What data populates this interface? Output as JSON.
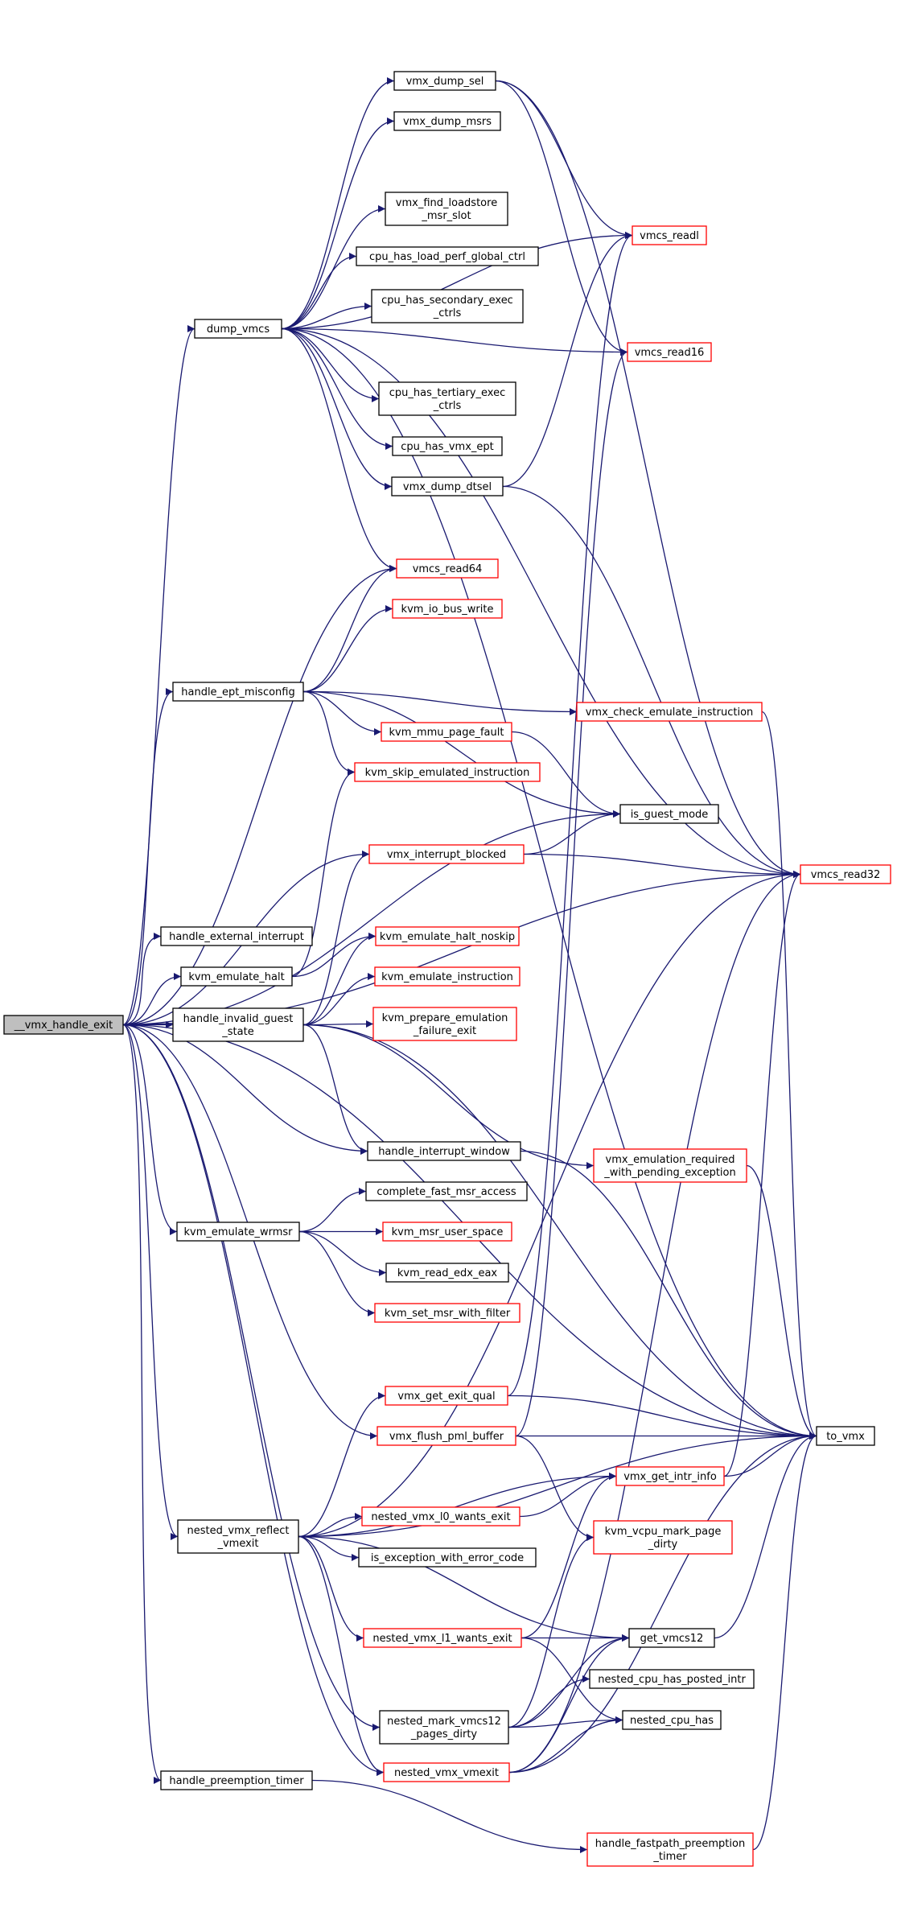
{
  "colors": {
    "edge": "#191970",
    "root_fill": "#bfbfbf",
    "ext_border": "#ff0000",
    "int_border": "#000000"
  },
  "nodes": [
    {
      "id": "vmx_handle_exit",
      "lines": [
        "__vmx_handle_exit"
      ],
      "kind": "root"
    },
    {
      "id": "dump_vmcs",
      "lines": [
        "dump_vmcs"
      ],
      "kind": "internal"
    },
    {
      "id": "vmx_dump_sel",
      "lines": [
        "vmx_dump_sel"
      ],
      "kind": "internal"
    },
    {
      "id": "vmx_dump_msrs",
      "lines": [
        "vmx_dump_msrs"
      ],
      "kind": "internal"
    },
    {
      "id": "vmx_find_loadstore_msr_slot",
      "lines": [
        "vmx_find_loadstore",
        "_msr_slot"
      ],
      "kind": "internal"
    },
    {
      "id": "cpu_has_load_perf_global_ctrl",
      "lines": [
        "cpu_has_load_perf_global_ctrl"
      ],
      "kind": "internal"
    },
    {
      "id": "cpu_has_secondary_exec_ctrls",
      "lines": [
        "cpu_has_secondary_exec",
        "_ctrls"
      ],
      "kind": "internal"
    },
    {
      "id": "cpu_has_tertiary_exec_ctrls",
      "lines": [
        "cpu_has_tertiary_exec",
        "_ctrls"
      ],
      "kind": "internal"
    },
    {
      "id": "cpu_has_vmx_ept",
      "lines": [
        "cpu_has_vmx_ept"
      ],
      "kind": "internal"
    },
    {
      "id": "vmx_dump_dtsel",
      "lines": [
        "vmx_dump_dtsel"
      ],
      "kind": "internal"
    },
    {
      "id": "vmcs_readl",
      "lines": [
        "vmcs_readl"
      ],
      "kind": "external"
    },
    {
      "id": "vmcs_read16",
      "lines": [
        "vmcs_read16"
      ],
      "kind": "external"
    },
    {
      "id": "vmcs_read64",
      "lines": [
        "vmcs_read64"
      ],
      "kind": "external"
    },
    {
      "id": "kvm_io_bus_write",
      "lines": [
        "kvm_io_bus_write"
      ],
      "kind": "external"
    },
    {
      "id": "handle_ept_misconfig",
      "lines": [
        "handle_ept_misconfig"
      ],
      "kind": "internal"
    },
    {
      "id": "vmx_check_emulate_instruction",
      "lines": [
        "vmx_check_emulate_instruction"
      ],
      "kind": "external"
    },
    {
      "id": "kvm_mmu_page_fault",
      "lines": [
        "kvm_mmu_page_fault"
      ],
      "kind": "external"
    },
    {
      "id": "kvm_skip_emulated_instruction",
      "lines": [
        "kvm_skip_emulated_instruction"
      ],
      "kind": "external"
    },
    {
      "id": "is_guest_mode",
      "lines": [
        "is_guest_mode"
      ],
      "kind": "internal"
    },
    {
      "id": "vmx_interrupt_blocked",
      "lines": [
        "vmx_interrupt_blocked"
      ],
      "kind": "external"
    },
    {
      "id": "vmcs_read32",
      "lines": [
        "vmcs_read32"
      ],
      "kind": "external"
    },
    {
      "id": "handle_external_interrupt",
      "lines": [
        "handle_external_interrupt"
      ],
      "kind": "internal"
    },
    {
      "id": "kvm_emulate_halt",
      "lines": [
        "kvm_emulate_halt"
      ],
      "kind": "internal"
    },
    {
      "id": "kvm_emulate_halt_noskip",
      "lines": [
        "kvm_emulate_halt_noskip"
      ],
      "kind": "external"
    },
    {
      "id": "kvm_emulate_instruction",
      "lines": [
        "kvm_emulate_instruction"
      ],
      "kind": "external"
    },
    {
      "id": "handle_invalid_guest_state",
      "lines": [
        "handle_invalid_guest",
        "_state"
      ],
      "kind": "internal"
    },
    {
      "id": "kvm_prepare_emulation_failure_exit",
      "lines": [
        "kvm_prepare_emulation",
        "_failure_exit"
      ],
      "kind": "external"
    },
    {
      "id": "handle_interrupt_window",
      "lines": [
        "handle_interrupt_window"
      ],
      "kind": "internal"
    },
    {
      "id": "vmx_emulation_required_with_pending_exception",
      "lines": [
        "vmx_emulation_required",
        "_with_pending_exception"
      ],
      "kind": "external"
    },
    {
      "id": "kvm_emulate_wrmsr",
      "lines": [
        "kvm_emulate_wrmsr"
      ],
      "kind": "internal"
    },
    {
      "id": "complete_fast_msr_access",
      "lines": [
        "complete_fast_msr_access"
      ],
      "kind": "internal"
    },
    {
      "id": "kvm_msr_user_space",
      "lines": [
        "kvm_msr_user_space"
      ],
      "kind": "external"
    },
    {
      "id": "kvm_read_edx_eax",
      "lines": [
        "kvm_read_edx_eax"
      ],
      "kind": "internal"
    },
    {
      "id": "kvm_set_msr_with_filter",
      "lines": [
        "kvm_set_msr_with_filter"
      ],
      "kind": "external"
    },
    {
      "id": "vmx_get_exit_qual",
      "lines": [
        "vmx_get_exit_qual"
      ],
      "kind": "external"
    },
    {
      "id": "vmx_flush_pml_buffer",
      "lines": [
        "vmx_flush_pml_buffer"
      ],
      "kind": "external"
    },
    {
      "id": "to_vmx",
      "lines": [
        "to_vmx"
      ],
      "kind": "internal"
    },
    {
      "id": "vmx_get_intr_info",
      "lines": [
        "vmx_get_intr_info"
      ],
      "kind": "external"
    },
    {
      "id": "nested_vmx_reflect_vmexit",
      "lines": [
        "nested_vmx_reflect",
        "_vmexit"
      ],
      "kind": "internal"
    },
    {
      "id": "nested_vmx_l0_wants_exit",
      "lines": [
        "nested_vmx_l0_wants_exit"
      ],
      "kind": "external"
    },
    {
      "id": "kvm_vcpu_mark_page_dirty",
      "lines": [
        "kvm_vcpu_mark_page",
        "_dirty"
      ],
      "kind": "external"
    },
    {
      "id": "is_exception_with_error_code",
      "lines": [
        "is_exception_with_error_code"
      ],
      "kind": "internal"
    },
    {
      "id": "nested_vmx_l1_wants_exit",
      "lines": [
        "nested_vmx_l1_wants_exit"
      ],
      "kind": "external"
    },
    {
      "id": "get_vmcs12",
      "lines": [
        "get_vmcs12"
      ],
      "kind": "internal"
    },
    {
      "id": "nested_cpu_has_posted_intr",
      "lines": [
        "nested_cpu_has_posted_intr"
      ],
      "kind": "internal"
    },
    {
      "id": "nested_mark_vmcs12_pages_dirty",
      "lines": [
        "nested_mark_vmcs12",
        "_pages_dirty"
      ],
      "kind": "internal"
    },
    {
      "id": "nested_cpu_has",
      "lines": [
        "nested_cpu_has"
      ],
      "kind": "internal"
    },
    {
      "id": "nested_vmx_vmexit",
      "lines": [
        "nested_vmx_vmexit"
      ],
      "kind": "external"
    },
    {
      "id": "handle_preemption_timer",
      "lines": [
        "handle_preemption_timer"
      ],
      "kind": "internal"
    },
    {
      "id": "handle_fastpath_preemption_timer",
      "lines": [
        "handle_fastpath_preemption",
        "_timer"
      ],
      "kind": "external"
    }
  ],
  "edges": [
    [
      "vmx_handle_exit",
      "dump_vmcs"
    ],
    [
      "vmx_handle_exit",
      "vmcs_read64"
    ],
    [
      "vmx_handle_exit",
      "handle_ept_misconfig"
    ],
    [
      "vmx_handle_exit",
      "is_guest_mode"
    ],
    [
      "vmx_handle_exit",
      "vmx_interrupt_blocked"
    ],
    [
      "vmx_handle_exit",
      "vmcs_read32"
    ],
    [
      "vmx_handle_exit",
      "handle_external_interrupt"
    ],
    [
      "vmx_handle_exit",
      "kvm_emulate_halt"
    ],
    [
      "vmx_handle_exit",
      "handle_invalid_guest_state"
    ],
    [
      "vmx_handle_exit",
      "handle_interrupt_window"
    ],
    [
      "vmx_handle_exit",
      "kvm_emulate_wrmsr"
    ],
    [
      "vmx_handle_exit",
      "vmx_flush_pml_buffer"
    ],
    [
      "vmx_handle_exit",
      "nested_vmx_reflect_vmexit"
    ],
    [
      "vmx_handle_exit",
      "nested_mark_vmcs12_pages_dirty"
    ],
    [
      "vmx_handle_exit",
      "nested_vmx_vmexit"
    ],
    [
      "vmx_handle_exit",
      "handle_preemption_timer"
    ],
    [
      "vmx_handle_exit",
      "to_vmx"
    ],
    [
      "dump_vmcs",
      "vmx_dump_sel"
    ],
    [
      "dump_vmcs",
      "vmx_dump_msrs"
    ],
    [
      "dump_vmcs",
      "vmx_find_loadstore_msr_slot"
    ],
    [
      "dump_vmcs",
      "cpu_has_load_perf_global_ctrl"
    ],
    [
      "dump_vmcs",
      "cpu_has_secondary_exec_ctrls"
    ],
    [
      "dump_vmcs",
      "cpu_has_tertiary_exec_ctrls"
    ],
    [
      "dump_vmcs",
      "cpu_has_vmx_ept"
    ],
    [
      "dump_vmcs",
      "vmx_dump_dtsel"
    ],
    [
      "dump_vmcs",
      "vmcs_readl"
    ],
    [
      "dump_vmcs",
      "vmcs_read16"
    ],
    [
      "dump_vmcs",
      "vmcs_read64"
    ],
    [
      "dump_vmcs",
      "vmcs_read32"
    ],
    [
      "dump_vmcs",
      "to_vmx"
    ],
    [
      "vmx_dump_sel",
      "vmcs_readl"
    ],
    [
      "vmx_dump_sel",
      "vmcs_read16"
    ],
    [
      "vmx_dump_sel",
      "vmcs_read32"
    ],
    [
      "vmx_dump_dtsel",
      "vmcs_readl"
    ],
    [
      "vmx_dump_dtsel",
      "vmcs_read32"
    ],
    [
      "handle_ept_misconfig",
      "vmcs_read64"
    ],
    [
      "handle_ept_misconfig",
      "kvm_io_bus_write"
    ],
    [
      "handle_ept_misconfig",
      "vmx_check_emulate_instruction"
    ],
    [
      "handle_ept_misconfig",
      "kvm_mmu_page_fault"
    ],
    [
      "handle_ept_misconfig",
      "kvm_skip_emulated_instruction"
    ],
    [
      "handle_ept_misconfig",
      "is_guest_mode"
    ],
    [
      "vmx_check_emulate_instruction",
      "to_vmx"
    ],
    [
      "kvm_mmu_page_fault",
      "is_guest_mode"
    ],
    [
      "vmx_interrupt_blocked",
      "is_guest_mode"
    ],
    [
      "vmx_interrupt_blocked",
      "vmcs_read32"
    ],
    [
      "kvm_emulate_halt",
      "kvm_skip_emulated_instruction"
    ],
    [
      "kvm_emulate_halt",
      "kvm_emulate_halt_noskip"
    ],
    [
      "handle_invalid_guest_state",
      "vmx_interrupt_blocked"
    ],
    [
      "handle_invalid_guest_state",
      "kvm_emulate_halt_noskip"
    ],
    [
      "handle_invalid_guest_state",
      "kvm_emulate_instruction"
    ],
    [
      "handle_invalid_guest_state",
      "kvm_prepare_emulation_failure_exit"
    ],
    [
      "handle_invalid_guest_state",
      "handle_interrupt_window"
    ],
    [
      "handle_invalid_guest_state",
      "vmx_emulation_required_with_pending_exception"
    ],
    [
      "handle_invalid_guest_state",
      "to_vmx"
    ],
    [
      "handle_interrupt_window",
      "to_vmx"
    ],
    [
      "vmx_emulation_required_with_pending_exception",
      "to_vmx"
    ],
    [
      "kvm_emulate_wrmsr",
      "complete_fast_msr_access"
    ],
    [
      "kvm_emulate_wrmsr",
      "kvm_msr_user_space"
    ],
    [
      "kvm_emulate_wrmsr",
      "kvm_read_edx_eax"
    ],
    [
      "kvm_emulate_wrmsr",
      "kvm_set_msr_with_filter"
    ],
    [
      "vmx_get_exit_qual",
      "vmcs_readl"
    ],
    [
      "vmx_get_exit_qual",
      "to_vmx"
    ],
    [
      "vmx_flush_pml_buffer",
      "vmcs_read16"
    ],
    [
      "vmx_flush_pml_buffer",
      "to_vmx"
    ],
    [
      "vmx_flush_pml_buffer",
      "kvm_vcpu_mark_page_dirty"
    ],
    [
      "vmx_get_intr_info",
      "vmcs_read32"
    ],
    [
      "vmx_get_intr_info",
      "to_vmx"
    ],
    [
      "nested_vmx_reflect_vmexit",
      "vmcs_read32"
    ],
    [
      "nested_vmx_reflect_vmexit",
      "vmx_get_exit_qual"
    ],
    [
      "nested_vmx_reflect_vmexit",
      "vmx_get_intr_info"
    ],
    [
      "nested_vmx_reflect_vmexit",
      "nested_vmx_l0_wants_exit"
    ],
    [
      "nested_vmx_reflect_vmexit",
      "is_exception_with_error_code"
    ],
    [
      "nested_vmx_reflect_vmexit",
      "nested_vmx_l1_wants_exit"
    ],
    [
      "nested_vmx_reflect_vmexit",
      "get_vmcs12"
    ],
    [
      "nested_vmx_reflect_vmexit",
      "nested_vmx_vmexit"
    ],
    [
      "nested_vmx_reflect_vmexit",
      "to_vmx"
    ],
    [
      "nested_vmx_l0_wants_exit",
      "vmx_get_intr_info"
    ],
    [
      "nested_vmx_l1_wants_exit",
      "vmx_get_intr_info"
    ],
    [
      "nested_vmx_l1_wants_exit",
      "get_vmcs12"
    ],
    [
      "nested_vmx_l1_wants_exit",
      "nested_cpu_has"
    ],
    [
      "get_vmcs12",
      "to_vmx"
    ],
    [
      "nested_mark_vmcs12_pages_dirty",
      "get_vmcs12"
    ],
    [
      "nested_mark_vmcs12_pages_dirty",
      "kvm_vcpu_mark_page_dirty"
    ],
    [
      "nested_mark_vmcs12_pages_dirty",
      "nested_cpu_has_posted_intr"
    ],
    [
      "nested_mark_vmcs12_pages_dirty",
      "nested_cpu_has"
    ],
    [
      "nested_vmx_vmexit",
      "get_vmcs12"
    ],
    [
      "nested_vmx_vmexit",
      "nested_cpu_has"
    ],
    [
      "nested_vmx_vmexit",
      "to_vmx"
    ],
    [
      "nested_vmx_vmexit",
      "vmcs_read32"
    ],
    [
      "handle_preemption_timer",
      "handle_fastpath_preemption_timer"
    ],
    [
      "handle_fastpath_preemption_timer",
      "to_vmx"
    ]
  ]
}
